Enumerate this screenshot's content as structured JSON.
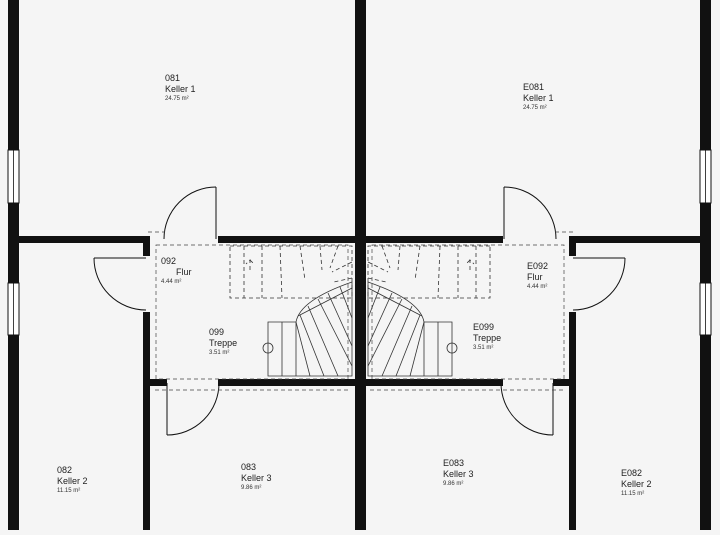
{
  "plan": {
    "wall_color": "#111111",
    "floor_color": "#f5f5f5",
    "rooms": [
      {
        "id": "r-081",
        "number": "081",
        "name": "Keller 1",
        "area": "24.75 m²"
      },
      {
        "id": "r-e081",
        "number": "E081",
        "name": "Keller 1",
        "area": "24.75 m²"
      },
      {
        "id": "r-092",
        "number": "092",
        "name": "Flur",
        "area": "4.44 m²"
      },
      {
        "id": "r-e092",
        "number": "E092",
        "name": "Flur",
        "area": "4.44 m²"
      },
      {
        "id": "r-099",
        "number": "099",
        "name": "Treppe",
        "area": "3.51 m²"
      },
      {
        "id": "r-e099",
        "number": "E099",
        "name": "Treppe",
        "area": "3.51 m²"
      },
      {
        "id": "r-082",
        "number": "082",
        "name": "Keller 2",
        "area": "11.15 m²"
      },
      {
        "id": "r-083",
        "number": "083",
        "name": "Keller 3",
        "area": "9.86 m²"
      },
      {
        "id": "r-e083",
        "number": "E083",
        "name": "Keller 3",
        "area": "9.86 m²"
      },
      {
        "id": "r-e082",
        "number": "E082",
        "name": "Keller 2",
        "area": "11.15 m²"
      }
    ]
  }
}
